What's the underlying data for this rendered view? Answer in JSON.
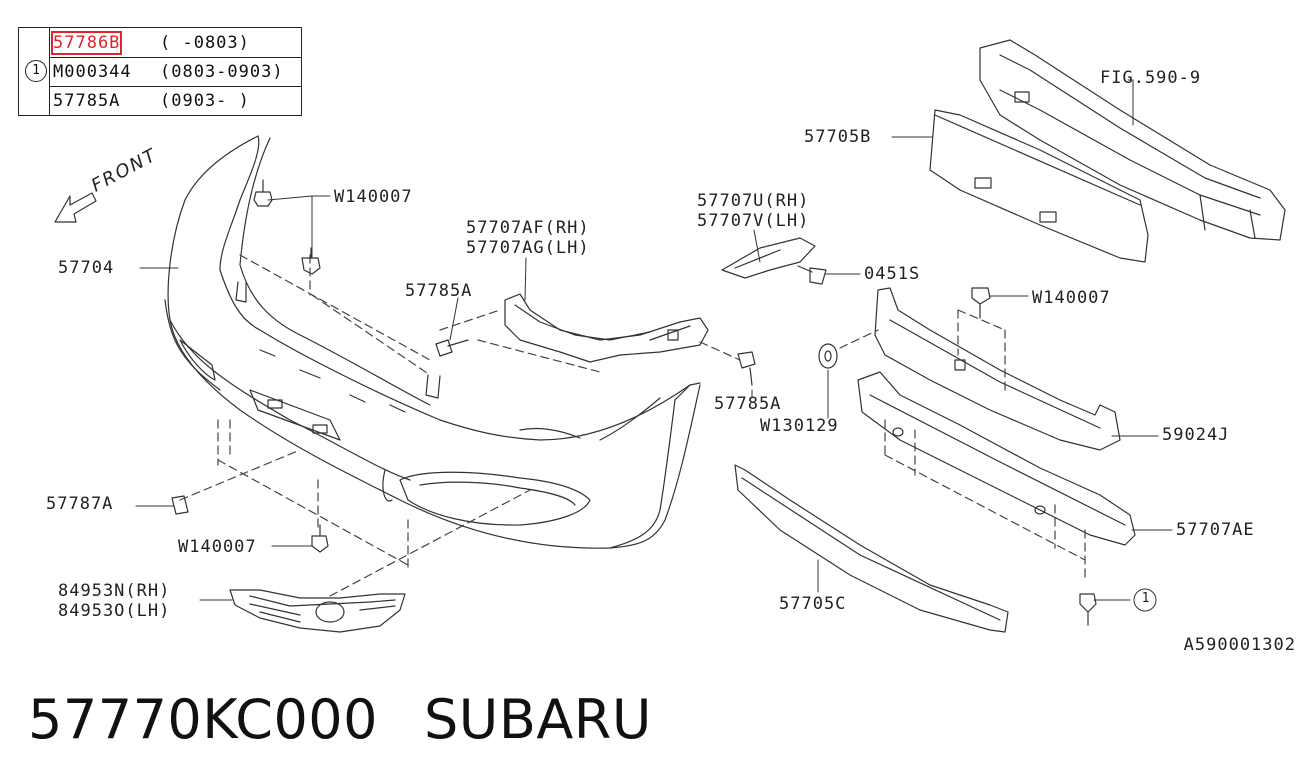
{
  "legend": {
    "circle_marker": "1",
    "rows": [
      {
        "part": "57786B",
        "range": "(     -0803)"
      },
      {
        "part": "M000344",
        "range": "(0803-0903)"
      },
      {
        "part": "57785A",
        "range": "(0903-     )"
      }
    ],
    "highlight_color": "#e0242b"
  },
  "front_label": "FRONT",
  "labels": {
    "fig": "FIG.590-9",
    "p57705B": "57705B",
    "p57707U": "57707U(RH)",
    "p57707V": "57707V(LH)",
    "p57707AF": "57707AF(RH)",
    "p57707AG": "57707AG(LH)",
    "w140007_top": "W140007",
    "p57704": "57704",
    "p57785A_left": "57785A",
    "p0451S": "0451S",
    "w140007_right": "W140007",
    "p57785A_center": "57785A",
    "w130129": "W130129",
    "p59024J": "59024J",
    "p57787A": "57787A",
    "w140007_bottom": "W140007",
    "p57707AE": "57707AE",
    "p84953N": "84953N(RH)",
    "p84953O": "84953O(LH)",
    "p57705C": "57705C",
    "callout_1": "1",
    "ref_code": "A590001302"
  },
  "footer": {
    "part_number": "57770KC000",
    "brand": "SUBARU"
  }
}
